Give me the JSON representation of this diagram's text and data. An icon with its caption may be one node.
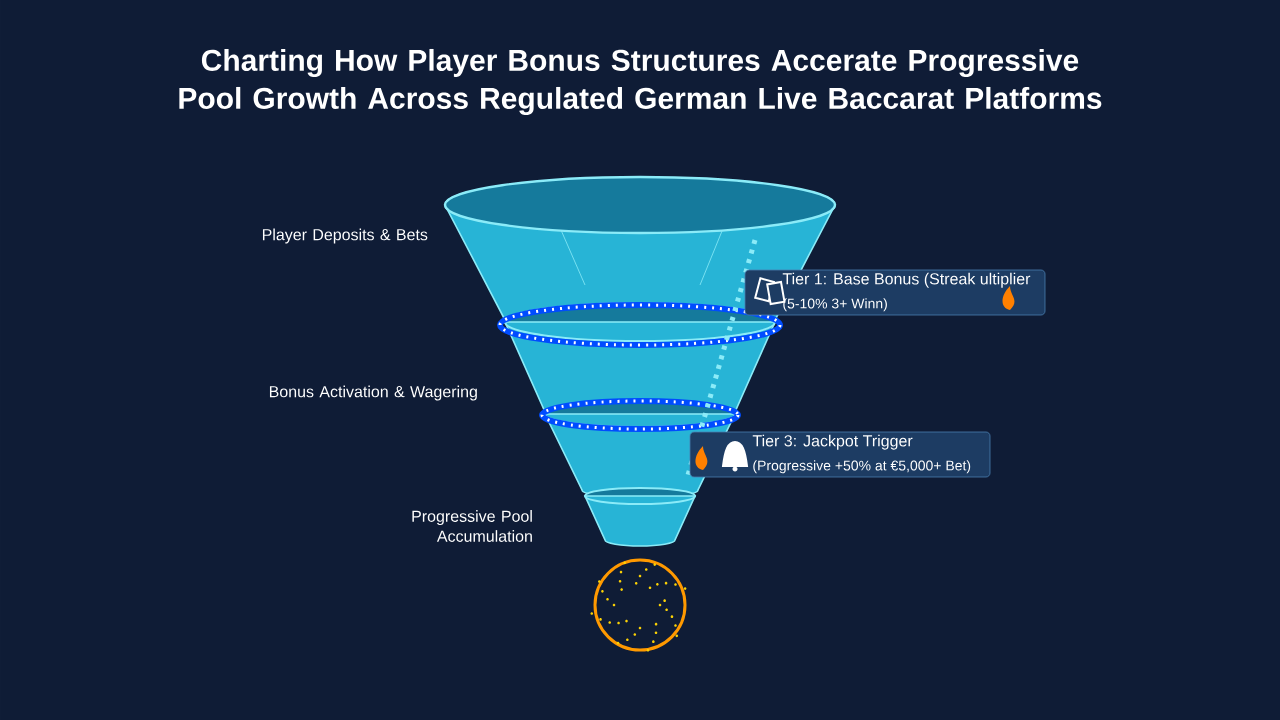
{
  "diagram": {
    "title": "Charting How Player Bonus Structures Accerate Progressive Pool Growth Across Regulated German Live Baccarat Platforms",
    "nodes": [
      {
        "text": [
          "Tier 1: Base Bonus (Streak ultiplier",
          "(5-10% 3+ Winn)"
        ]
      },
      {
        "text": [
          "Tier 3: Jackpot Trigger",
          "(Progressive +50% at €5,000+ Bet)"
        ]
      }
    ],
    "labels": [
      "Player Deposits & Bets",
      "Bonus Activation & Wagering",
      "Progressive Pool Accumulation"
    ]
  }
}
